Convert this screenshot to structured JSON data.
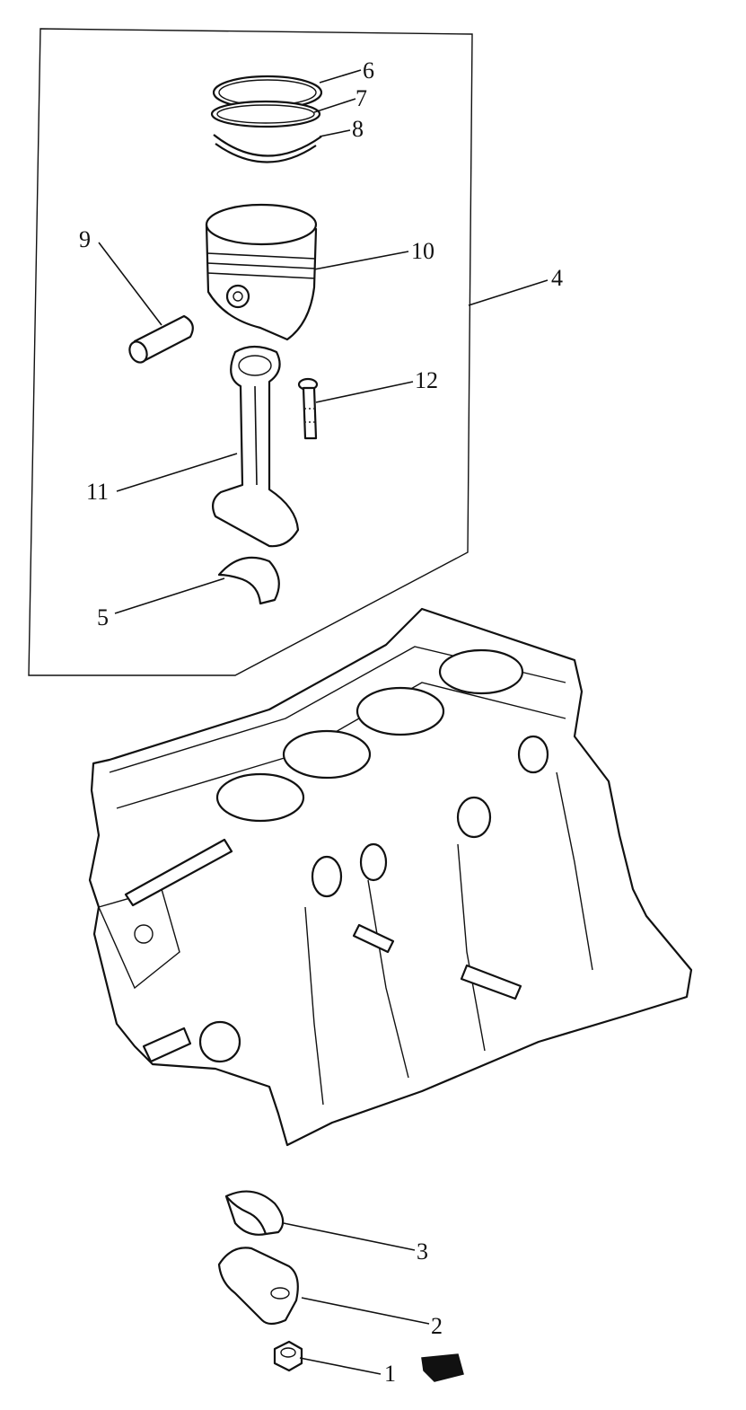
{
  "diagram": {
    "callouts": [
      {
        "id": "1",
        "text": "1"
      },
      {
        "id": "2",
        "text": "2"
      },
      {
        "id": "3",
        "text": "3"
      },
      {
        "id": "4",
        "text": "4"
      },
      {
        "id": "5",
        "text": "5"
      },
      {
        "id": "6",
        "text": "6"
      },
      {
        "id": "7",
        "text": "7"
      },
      {
        "id": "8",
        "text": "8"
      },
      {
        "id": "9",
        "text": "9"
      },
      {
        "id": "10",
        "text": "10"
      },
      {
        "id": "11",
        "text": "11"
      },
      {
        "id": "12",
        "text": "12"
      }
    ],
    "colors": {
      "ink": "#111111",
      "paper": "#ffffff"
    }
  }
}
